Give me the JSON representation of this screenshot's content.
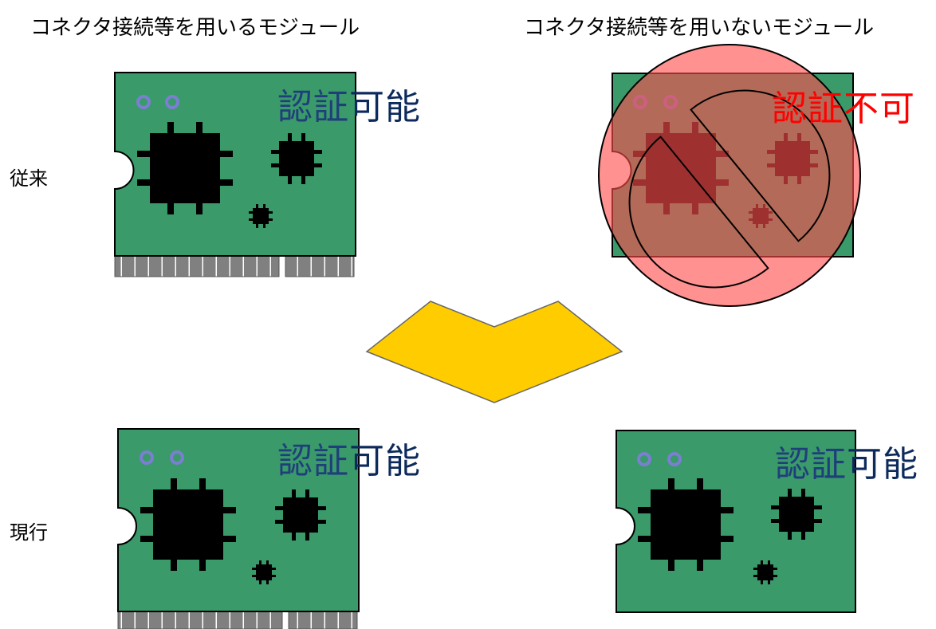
{
  "columns": {
    "left": "コネクタ接続等を用いるモジュール",
    "right": "コネクタ接続等を用いないモジュール"
  },
  "rows": {
    "previous": "従来",
    "current": "現行"
  },
  "modules": {
    "prev_left": {
      "cert_a": "認証",
      "cert_b": "可能"
    },
    "prev_right": {
      "cert_a": "認証",
      "cert_b": "不可"
    },
    "curr_left": {
      "cert_a": "認証",
      "cert_b": "可能"
    },
    "curr_right": {
      "cert_a": "認証",
      "cert_b": "可能"
    }
  },
  "colors": {
    "board": "#3a9a6a",
    "chip": "#000000",
    "connector": "#808080",
    "led": "#7a7fd1",
    "cert_a": "#1f3f7a",
    "cert_b_ok": "#0d2a5c",
    "cert_b_ng": "#ff0000",
    "prohibit": "#ff4d4d",
    "arrow": "#ffcc00"
  }
}
